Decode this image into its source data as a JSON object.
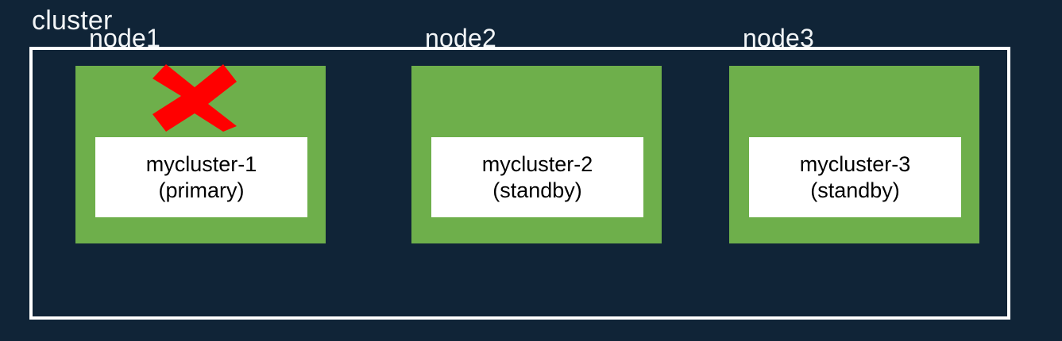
{
  "diagram": {
    "type": "cluster-topology",
    "background_color": "#102437",
    "cluster": {
      "label": "cluster",
      "border_color": "#ffffff"
    },
    "node_color": "#6eaf4b",
    "instance_box_color": "#ffffff",
    "failure_marker_color": "#ff0000",
    "nodes": [
      {
        "label": "node1",
        "instance_name": "mycluster-1",
        "instance_role": "(primary)",
        "failed": true,
        "failure_icon": "red-cross-icon"
      },
      {
        "label": "node2",
        "instance_name": "mycluster-2",
        "instance_role": "(standby)",
        "failed": false,
        "failure_icon": ""
      },
      {
        "label": "node3",
        "instance_name": "mycluster-3",
        "instance_role": "(standby)",
        "failed": false,
        "failure_icon": ""
      }
    ]
  }
}
